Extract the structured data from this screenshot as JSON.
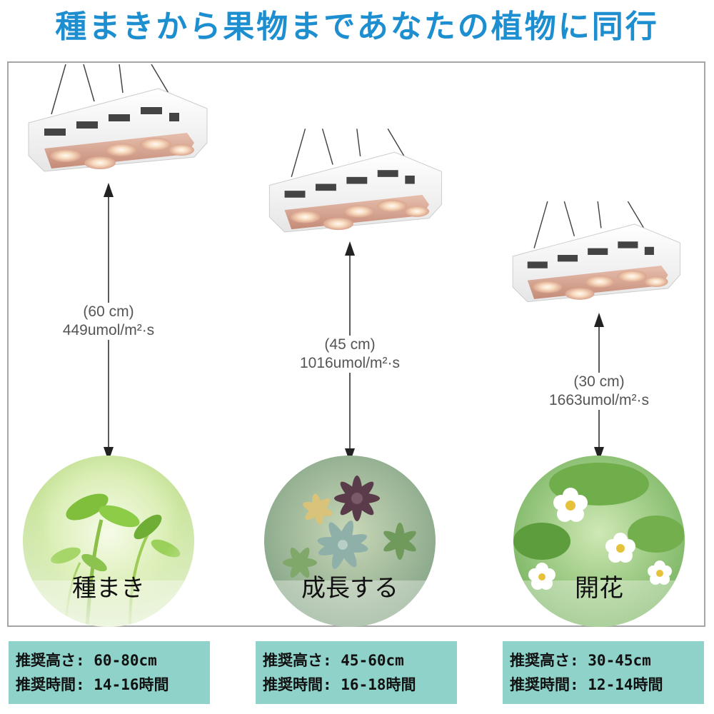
{
  "title": "種まきから果物まであなたの植物に同行",
  "stages": [
    {
      "distance": "(60 cm)",
      "intensity": "449umol/m²·s",
      "stage_label": "種まき",
      "height_text": "推奨高さ: 60-80cm",
      "time_text": "推奨時間: 14-16時間"
    },
    {
      "distance": "(45 cm)",
      "intensity": "1016umol/m²·s",
      "stage_label": "成長する",
      "height_text": "推奨高さ: 45-60cm",
      "time_text": "推奨時間: 16-18時間"
    },
    {
      "distance": "(30 cm)",
      "intensity": "1663umol/m²·s",
      "stage_label": "開花",
      "height_text": "推奨高さ: 30-45cm",
      "time_text": "推奨時間: 12-14時間"
    }
  ],
  "colors": {
    "title": "#1d8fd0",
    "info_background": "#8fd2ca",
    "frame_border": "#a6a6a6",
    "led_glow": "#f6d8b8",
    "lamp_panel": "#c98f7a"
  },
  "icons": [
    "grow-light-icon",
    "double-arrow-icon",
    "seedling-icon",
    "succulent-icon",
    "flower-icon"
  ]
}
